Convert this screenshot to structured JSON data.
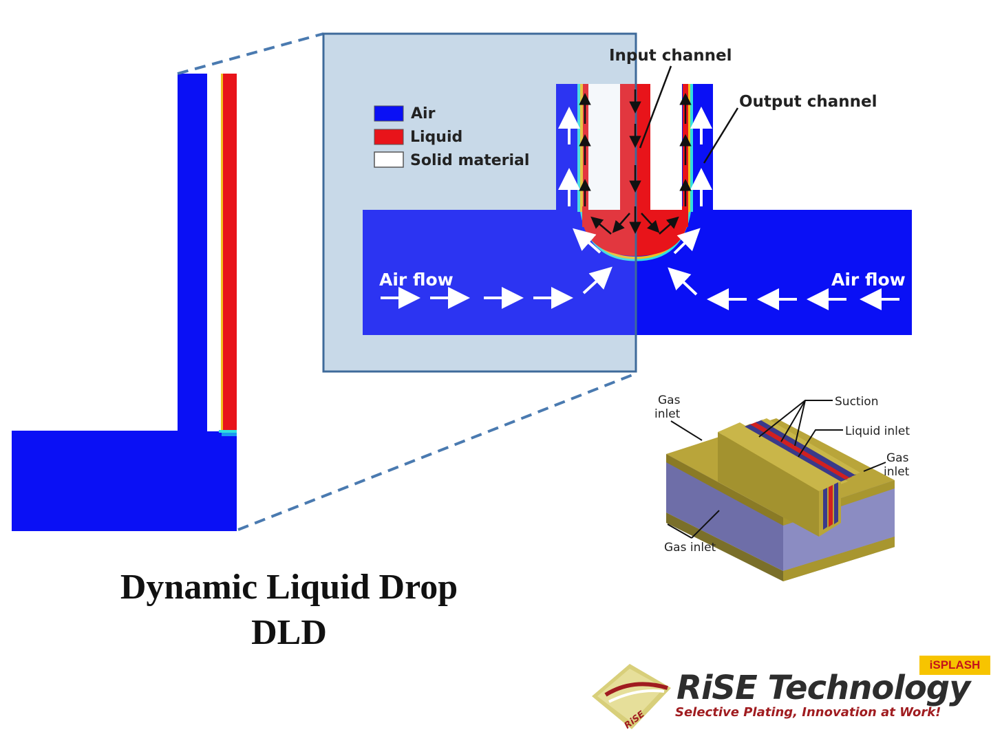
{
  "legend": {
    "air": "Air",
    "liquid": "Liquid",
    "solid": "Solid material"
  },
  "labels": {
    "input_channel": "Input channel",
    "output_channel": "Output channel",
    "air_flow_left": "Air flow",
    "air_flow_right": "Air flow"
  },
  "device": {
    "gas_inlet_top_left": [
      "Gas",
      "inlet"
    ],
    "suction": "Suction",
    "liquid_inlet": "Liquid inlet",
    "gas_inlet_right": [
      "Gas",
      "inlet"
    ],
    "gas_inlet_bottom": "Gas inlet"
  },
  "title": {
    "line1": "Dynamic Liquid Drop",
    "line2": "DLD"
  },
  "logo": {
    "badge": "iSPLASH",
    "brand": "RiSE Technology",
    "tagline": "Selective Plating, Innovation at Work!",
    "emblem_text": "RiSE"
  },
  "colors": {
    "air": "#0a10f5",
    "liquid": "#e8141a",
    "zoom_box_fill": "#c9d9e8",
    "zoom_line": "#4a7ab0",
    "device_gold": "#b9a53a",
    "device_glass": "#8a8cc6"
  }
}
